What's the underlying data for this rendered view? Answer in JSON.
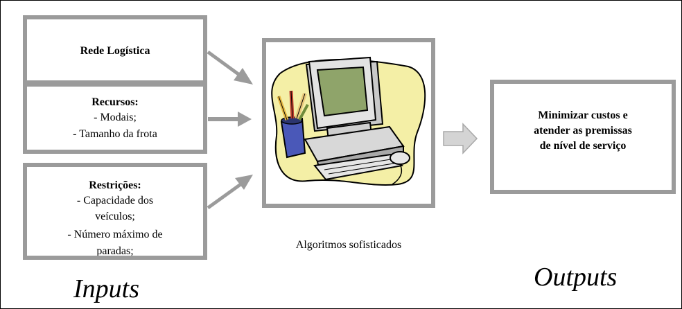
{
  "inputs": {
    "rede": {
      "title": "Rede Logística"
    },
    "recursos": {
      "title": "Recursos:",
      "lines": [
        "- Modais;",
        "- Tamanho da frota"
      ]
    },
    "restricoes": {
      "title": "Restrições:",
      "lines": [
        "- Capacidade dos",
        "veículos;",
        "- Número máximo de",
        "paradas;"
      ]
    }
  },
  "process": {
    "caption": "Algoritmos sofisticados"
  },
  "output": {
    "lines": [
      "Minimizar custos e",
      "atender as premissas",
      "de nível de serviço"
    ]
  },
  "labels": {
    "inputs": "Inputs",
    "outputs": "Outputs"
  },
  "colors": {
    "box_border": "#9b9b9b",
    "arrow": "#9b9b9b",
    "screen": "#8fa46a",
    "blob": "#f4efa6"
  }
}
